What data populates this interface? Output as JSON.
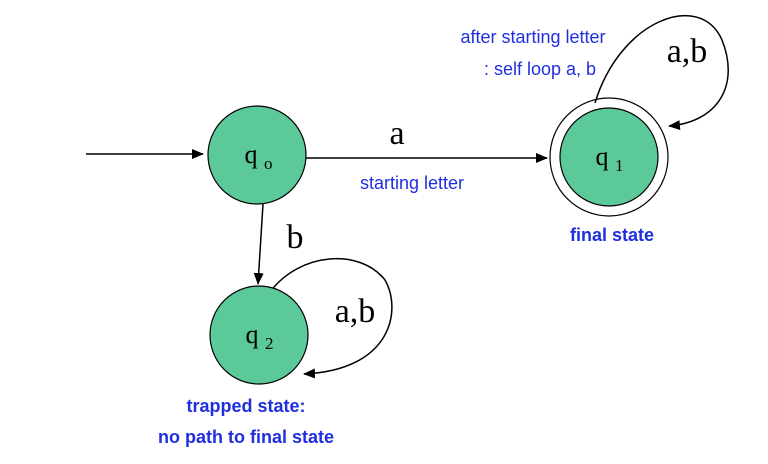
{
  "colors": {
    "state_fill": "#5cc99a",
    "annotation_blue": "#1f2fe0",
    "stroke": "#000000"
  },
  "states": {
    "q0": {
      "letter": "q",
      "subscript": "o",
      "start": true,
      "final": false
    },
    "q1": {
      "letter": "q",
      "subscript": "1",
      "start": false,
      "final": true
    },
    "q2": {
      "letter": "q",
      "subscript": "2",
      "start": false,
      "final": false
    }
  },
  "transitions": {
    "q0_q1": {
      "label": "a"
    },
    "q0_q2": {
      "label": "b"
    },
    "q1_loop": {
      "label": "a,b"
    },
    "q2_loop": {
      "label": "a,b"
    }
  },
  "annotations": {
    "starting_letter": "starting letter",
    "self_loop_line1": "after starting letter",
    "self_loop_line2": ": self loop a, b",
    "final_state": "final state",
    "trapped_line1": "trapped state:",
    "trapped_line2": "no path to final state"
  }
}
